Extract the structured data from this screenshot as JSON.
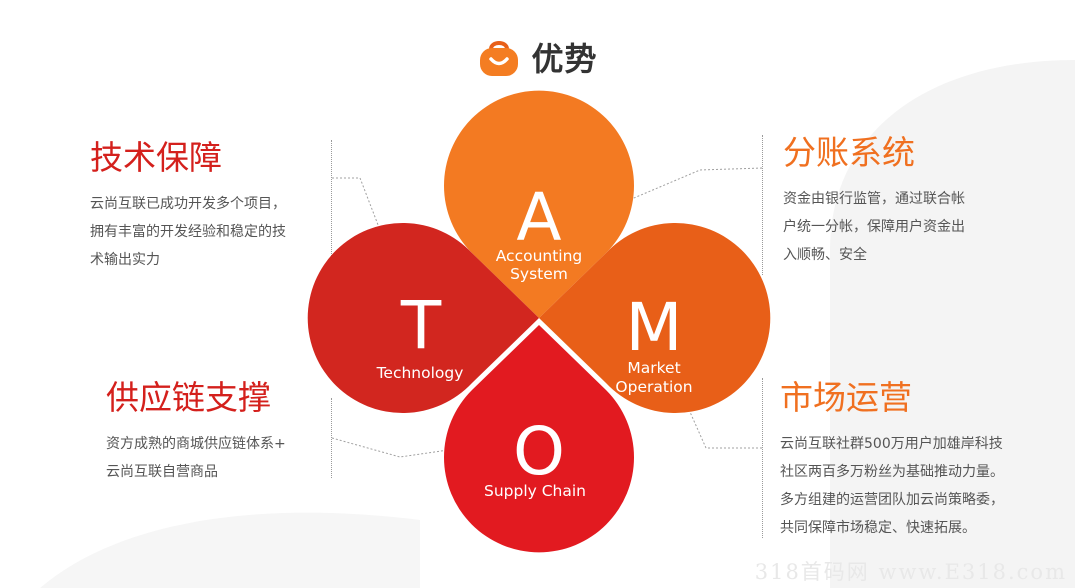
{
  "header": {
    "title": "优势",
    "icon": "shopping-bag-icon"
  },
  "blocks": {
    "tech": {
      "heading": "技术保障",
      "lines": [
        "云尚互联已成功开发多个项目，",
        "拥有丰富的开发经验和稳定的技",
        "术输出实力"
      ]
    },
    "supply": {
      "heading": "供应链支撑",
      "lines": [
        "资方成熟的商城供应链体系+",
        "云尚互联自营商品"
      ]
    },
    "fen": {
      "heading": "分账系统",
      "lines": [
        "资金由银行监管，通过联合帐",
        "户统一分帐，保障用户资金出",
        "入顺畅、安全"
      ]
    },
    "shi": {
      "heading": "市场运营",
      "lines": [
        "云尚互联社群500万用户加雄岸科技",
        "社区两百多万粉丝为基础推动力量。",
        "多方组建的运营团队加云尚策略委，",
        "共同保障市场稳定、快速拓展。"
      ]
    }
  },
  "petals": {
    "a": {
      "letter": "A",
      "line1": "Accounting",
      "line2": "System"
    },
    "t": {
      "letter": "T",
      "line1": "Technology"
    },
    "m": {
      "letter": "M",
      "line1": "Market",
      "line2": "Operation"
    },
    "o": {
      "letter": "O",
      "line1": "Supply Chain"
    }
  },
  "colors": {
    "a": "#f37a22",
    "t": "#d2261f",
    "m": "#e85f18",
    "o": "#e21a20",
    "red_heading": "#d4201c",
    "orange_heading": "#f07020"
  },
  "watermark": "318首码网 www.E318.com"
}
